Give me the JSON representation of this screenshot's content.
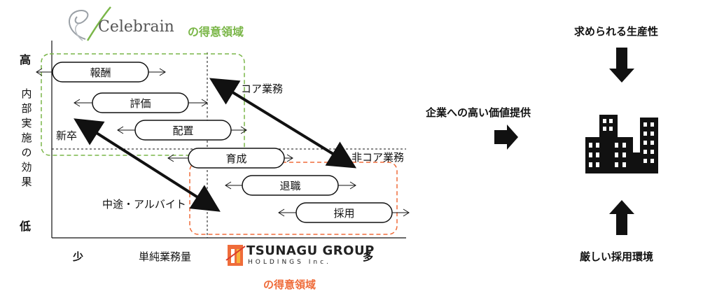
{
  "top_brand": {
    "name": "Celebrain",
    "tagline": "の得意領域"
  },
  "bottom_brand": {
    "name": "TSUNAGU GROUP",
    "sub": "HOLDINGS Inc.",
    "tagline": "の得意領域"
  },
  "axis": {
    "y_high": "高",
    "y_low": "低",
    "y_title": "内部実施の効果",
    "x_low": "少",
    "x_title": "単純業務量",
    "x_high": "多"
  },
  "tasks": [
    {
      "label": "報酬"
    },
    {
      "label": "評価"
    },
    {
      "label": "配置"
    },
    {
      "label": "育成"
    },
    {
      "label": "退職"
    },
    {
      "label": "採用"
    }
  ],
  "arrow_labels": {
    "core": "コア業務",
    "non_core": "非コア業務",
    "new_grad": "新卒",
    "mid_career": "中途・アルバイト"
  },
  "right_panel": {
    "value_text": "企業への高い価値提供",
    "top_text": "求められる生産性",
    "bottom_text": "厳しい採用環境"
  },
  "colors": {
    "green": "#7ab648",
    "orange": "#ef6c3a",
    "black": "#111111"
  }
}
